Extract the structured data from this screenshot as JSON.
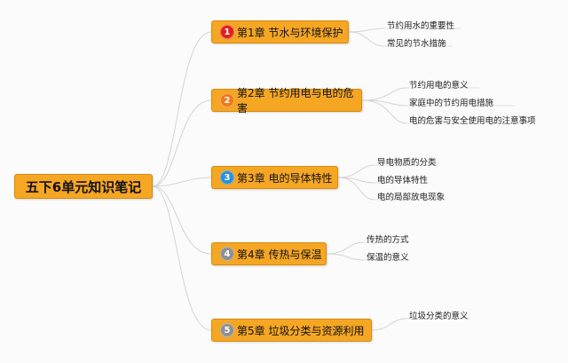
{
  "root": {
    "title": "五下6单元知识笔记"
  },
  "chapters": [
    {
      "num": "1",
      "label": "第1章  节水与环境保护",
      "badge_color": "#e02020",
      "items": [
        "节约用水的重要性",
        "常见的节水措施"
      ]
    },
    {
      "num": "2",
      "label": "第2章  节约用电与电的危害",
      "badge_color": "#f07818",
      "items": [
        "节约用电的意义",
        "家庭中的节约用电措施",
        "电的危害与安全使用电的注意事项"
      ]
    },
    {
      "num": "3",
      "label": "第3章  电的导体特性",
      "badge_color": "#2a8fd8",
      "items": [
        "导电物质的分类",
        "电的导体特性",
        "电的局部放电现象"
      ]
    },
    {
      "num": "4",
      "label": "第4章  传热与保温",
      "badge_color": "#909090",
      "items": [
        "传热的方式",
        "保温的意义"
      ]
    },
    {
      "num": "5",
      "label": "第5章  垃圾分类与资源利用",
      "badge_color": "#909090",
      "items": [
        "垃圾分类的意义"
      ]
    }
  ],
  "colors": {
    "node_fill": "#f5a623",
    "connector": "#d4d4d4",
    "background": "#fbfbfb"
  }
}
